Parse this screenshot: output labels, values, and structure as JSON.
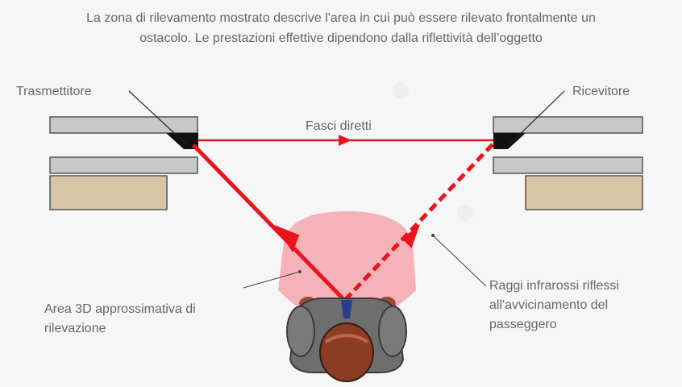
{
  "caption": "La zona di rilevamento mostrato descrive l'area in cui può essere rilevato frontalmente un ostacolo. Le prestazioni effettive dipendono dalla riflettività dell’oggetto",
  "labels": {
    "transmitter": "Trasmettitore",
    "receiver": "Ricevitore",
    "direct_beams": "Fasci diretti",
    "detection_area": "Area 3D approssimativa di rilevazione",
    "reflected_rays": "Raggi infrarossi riflessi all'avvicinamento del passeggero"
  },
  "colors": {
    "beam": "#e8141e",
    "detection_zone": "#f4a7ae",
    "panel": "#c8c8c8",
    "base": "#d8c4a6",
    "sensor": "#111111",
    "jacket": "#6e6e6e",
    "hair": "#9b4a2e"
  }
}
